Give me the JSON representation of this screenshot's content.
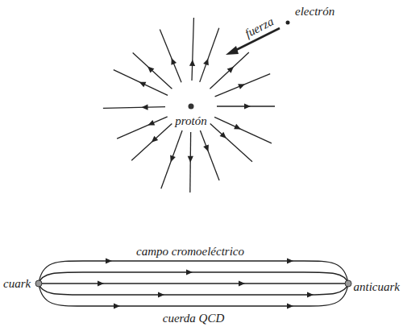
{
  "diagram": {
    "labels": [
      "fuerza",
      "electrón",
      "protón",
      "campo cromoeléctrico",
      "cuark",
      "anticuark",
      "cuerda QCD"
    ]
  }
}
